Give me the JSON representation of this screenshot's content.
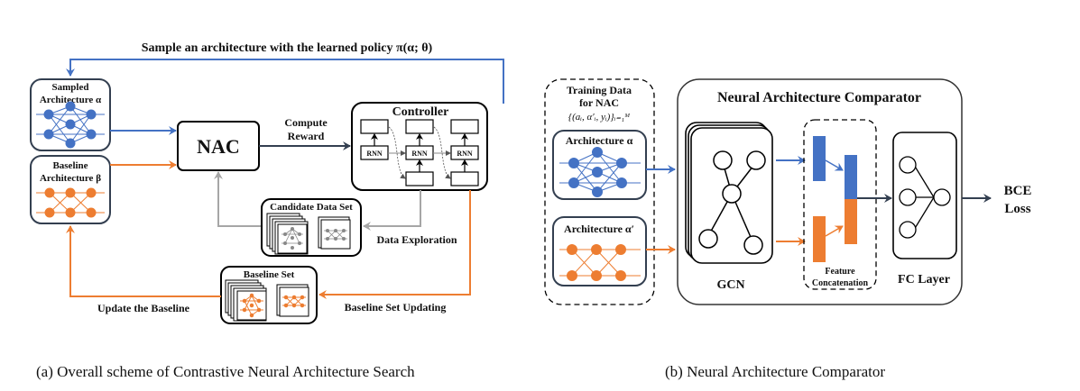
{
  "colors": {
    "blue": "#4472c4",
    "orange": "#ed7d31",
    "gray": "#a6a6a6",
    "dark": "#333f50",
    "black": "#000000"
  },
  "panel_a": {
    "top_label": "Sample an architecture with the learned policy π(α; θ)",
    "sampled_box": {
      "line1": "Sampled",
      "line2": "Architecture α"
    },
    "baseline_box": {
      "line1": "Baseline",
      "line2": "Architecture β"
    },
    "nac_label": "NAC",
    "compute_reward": {
      "line1": "Compute",
      "line2": "Reward"
    },
    "controller": {
      "title": "Controller",
      "rnn_labels": [
        "RNN",
        "RNN",
        "RNN"
      ]
    },
    "candidate_set_label": "Candidate Data Set",
    "data_exploration_label": "Data Exploration",
    "baseline_set_label": "Baseline Set",
    "baseline_set_updating_label": "Baseline Set Updating",
    "update_baseline_label": "Update the Baseline",
    "caption": "(a)  Overall scheme of Contrastive Neural Architecture Search"
  },
  "panel_b": {
    "training_data": {
      "line1": "Training Data",
      "line2": "for NAC",
      "formula": "{(aᵢ, α′ᵢ, yᵢ)}ᵢ₌₁ᴹ"
    },
    "arch_alpha_label": "Architecture α",
    "arch_alpha_prime_label": "Architecture α′",
    "comparator_title": "Neural Architecture Comparator",
    "gcn_label": "GCN",
    "feature_concat": {
      "line1": "Feature",
      "line2": "Concatenation"
    },
    "fc_label": "FC Layer",
    "output": {
      "line1": "BCE",
      "line2": "Loss"
    },
    "caption": "(b)  Neural Architecture Comparator"
  }
}
